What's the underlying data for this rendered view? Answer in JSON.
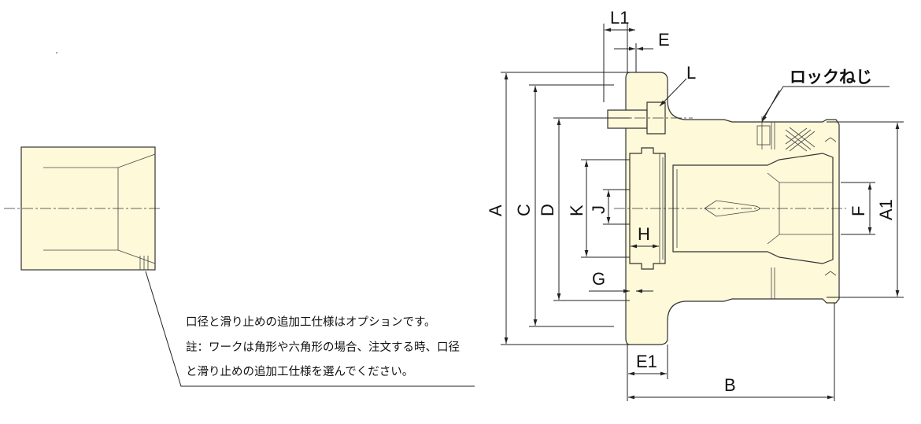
{
  "labels": {
    "L1": "L1",
    "E": "E",
    "L": "L",
    "lock_screw": "ロックねじ",
    "A": "A",
    "C": "C",
    "D": "D",
    "K": "K",
    "J": "J",
    "H": "H",
    "G": "G",
    "F": "F",
    "A1": "A1",
    "E1": "E1",
    "B": "B"
  },
  "notes": [
    "口径と滑り止めの追加工仕様はオプションです。",
    "註：ワークは角形や六角形の場合、注文する時、口径",
    "と滑り止めの追加工仕様を選んでください。"
  ],
  "colors": {
    "part_fill": "#fdf9d9",
    "line": "#222222"
  }
}
